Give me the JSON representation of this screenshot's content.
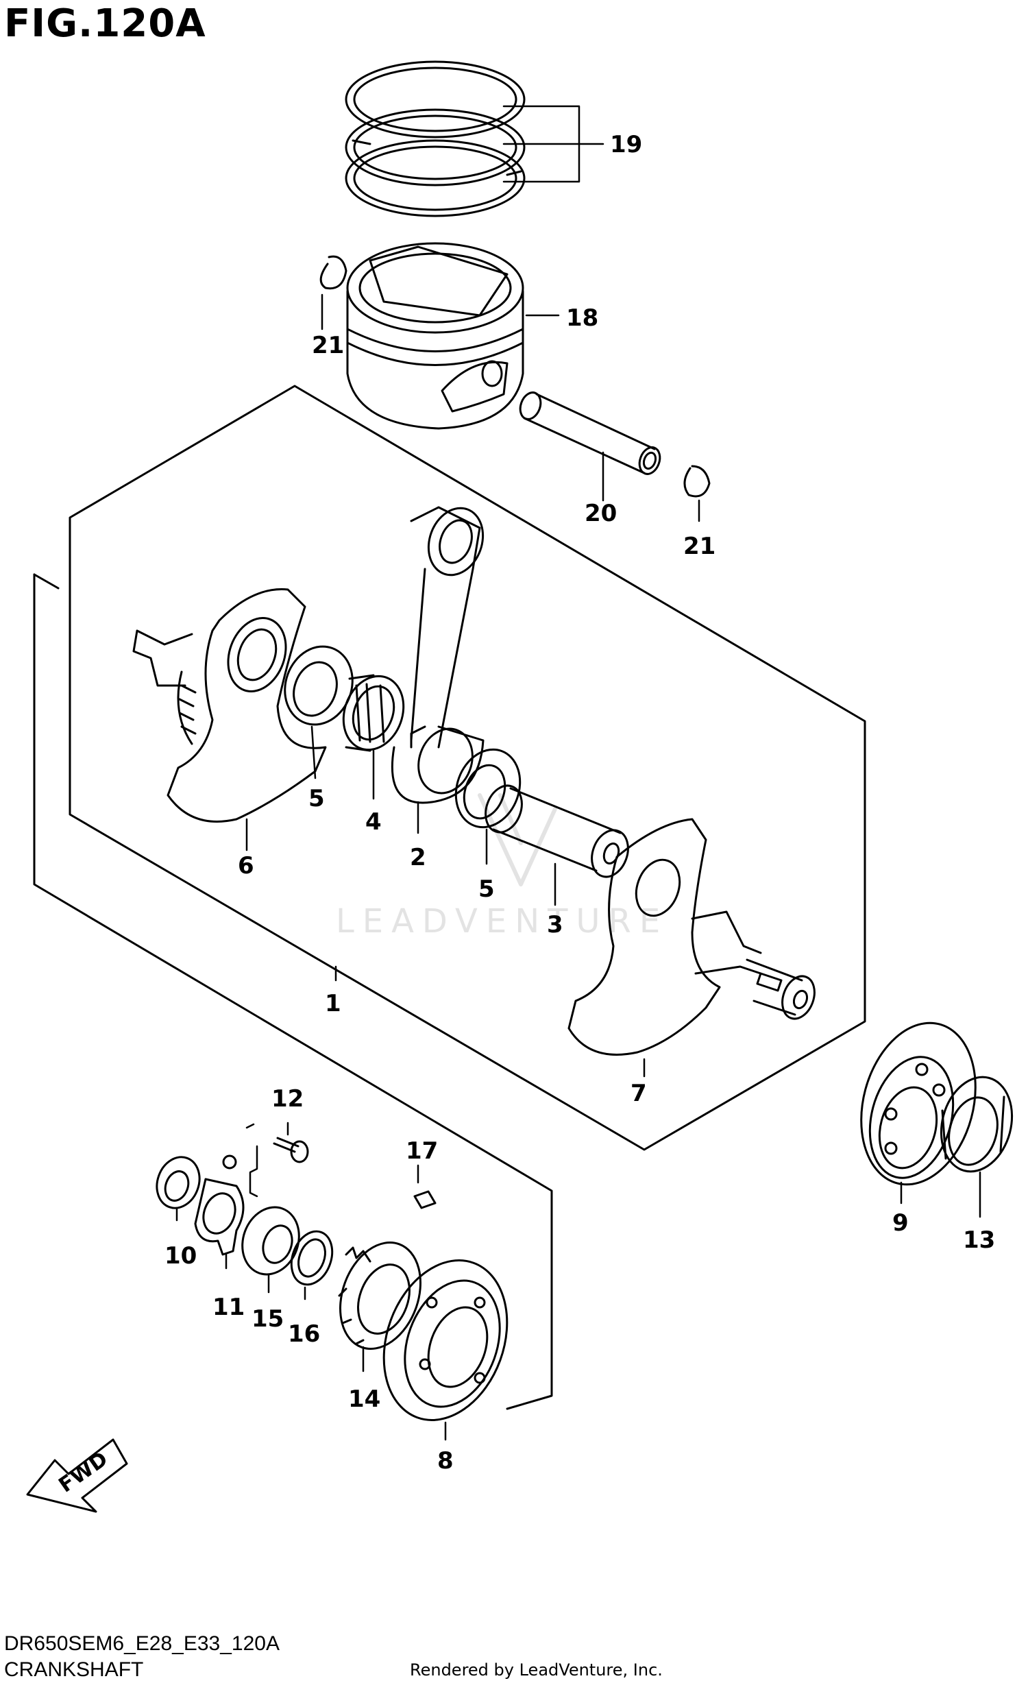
{
  "figure": {
    "title": "FIG.120A",
    "model_code": "DR650SEM6_E28_E33_120A",
    "section_name": "CRANKSHAFT",
    "rendered_by": "Rendered by LeadVenture, Inc.",
    "watermark": "LEADVENTURE"
  },
  "direction_arrow": {
    "label": "FWD"
  },
  "callouts": [
    {
      "id": "1",
      "label": "1"
    },
    {
      "id": "2",
      "label": "2"
    },
    {
      "id": "3",
      "label": "3"
    },
    {
      "id": "4",
      "label": "4"
    },
    {
      "id": "5a",
      "label": "5"
    },
    {
      "id": "5b",
      "label": "5"
    },
    {
      "id": "6",
      "label": "6"
    },
    {
      "id": "7",
      "label": "7"
    },
    {
      "id": "8",
      "label": "8"
    },
    {
      "id": "9",
      "label": "9"
    },
    {
      "id": "10",
      "label": "10"
    },
    {
      "id": "11",
      "label": "11"
    },
    {
      "id": "12",
      "label": "12"
    },
    {
      "id": "13",
      "label": "13"
    },
    {
      "id": "14",
      "label": "14"
    },
    {
      "id": "15",
      "label": "15"
    },
    {
      "id": "16",
      "label": "16"
    },
    {
      "id": "17",
      "label": "17"
    },
    {
      "id": "18",
      "label": "18"
    },
    {
      "id": "19",
      "label": "19"
    },
    {
      "id": "20",
      "label": "20"
    },
    {
      "id": "21a",
      "label": "21"
    },
    {
      "id": "21b",
      "label": "21"
    }
  ]
}
